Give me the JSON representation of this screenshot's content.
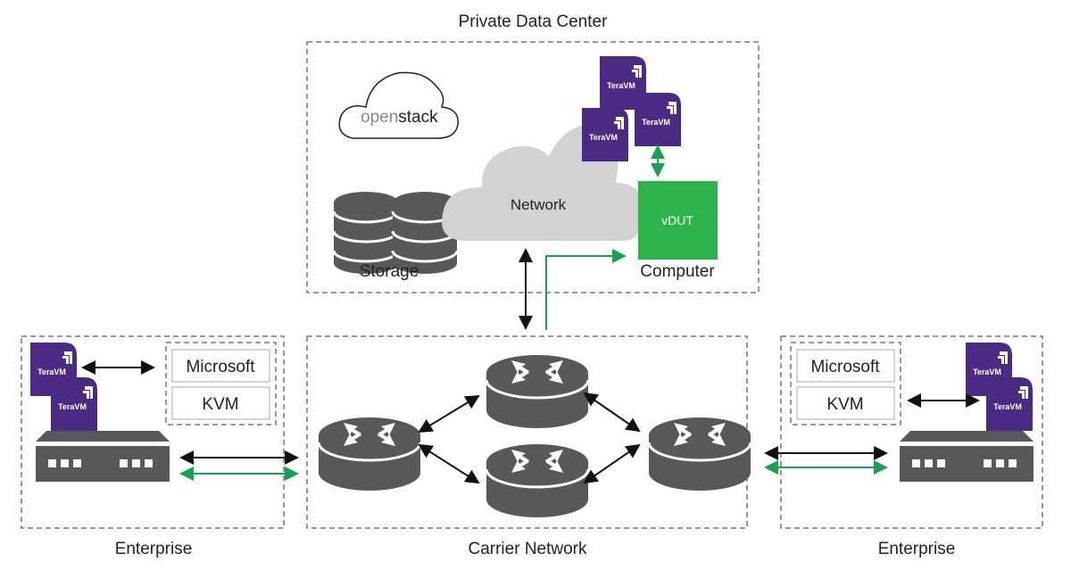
{
  "colors": {
    "teravm": "#4a2a82",
    "vdut": "#2db34a",
    "green_link": "#1aa050",
    "device": "#58585a",
    "cloud": "#d1d2d4",
    "dash": "#777777"
  },
  "zones": {
    "datacenter": {
      "title": "Private Data Center"
    },
    "carrier": {
      "title": "Carrier Network"
    },
    "enterprise_left": {
      "title": "Enterprise"
    },
    "enterprise_right": {
      "title": "Enterprise"
    }
  },
  "datacenter": {
    "openstack_prefix": "open",
    "openstack_suffix": "stack",
    "storage_label": "Storage",
    "network_label": "Network",
    "vdut_label": "vDUT",
    "computer_label": "Computer",
    "teravm_label": "TeraVM"
  },
  "enterprise": {
    "hypervisors": [
      "Microsoft",
      "KVM"
    ],
    "teravm_label": "TeraVM"
  }
}
